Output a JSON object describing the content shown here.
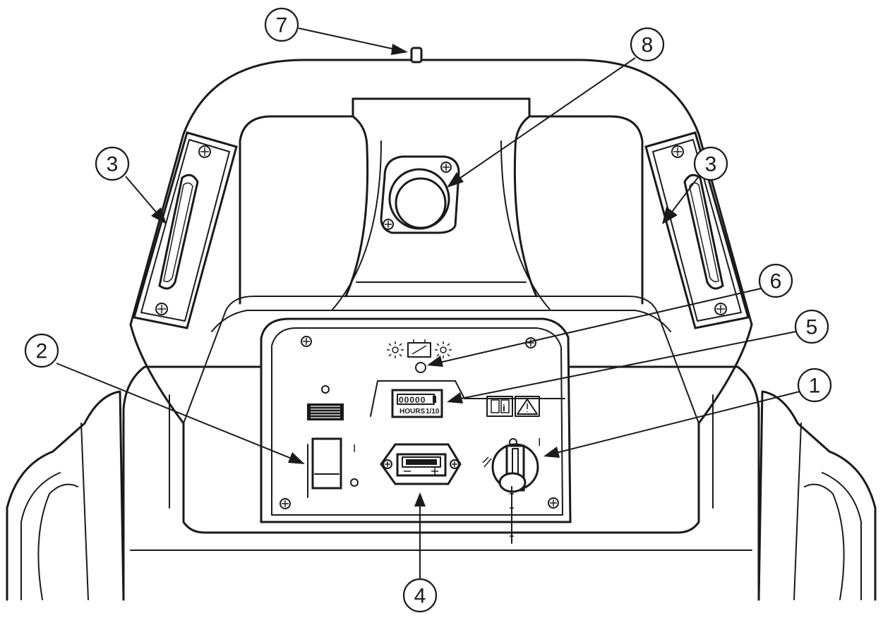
{
  "diagram": {
    "style": "technical line drawing",
    "line_color": "#1a1a1a",
    "background": "#ffffff"
  },
  "callouts": [
    {
      "id": "1",
      "label": "1"
    },
    {
      "id": "2",
      "label": "2"
    },
    {
      "id": "3a",
      "label": "3"
    },
    {
      "id": "3b",
      "label": "3"
    },
    {
      "id": "4",
      "label": "4"
    },
    {
      "id": "5",
      "label": "5"
    },
    {
      "id": "6",
      "label": "6"
    },
    {
      "id": "7",
      "label": "7"
    },
    {
      "id": "8",
      "label": "8"
    }
  ],
  "panel": {
    "hour_meter": {
      "digits": "00000",
      "caption_left": "HOURS",
      "caption_right": "1/10"
    },
    "switch_on_mark": "I",
    "switch_off_mark": "O",
    "key_on_mark": "I",
    "battery_indicator_icons": [
      "sun-icon",
      "battery-icon",
      "sun-icon"
    ],
    "warning_icons": [
      "manual-info-icon",
      "warning-triangle-icon"
    ]
  }
}
